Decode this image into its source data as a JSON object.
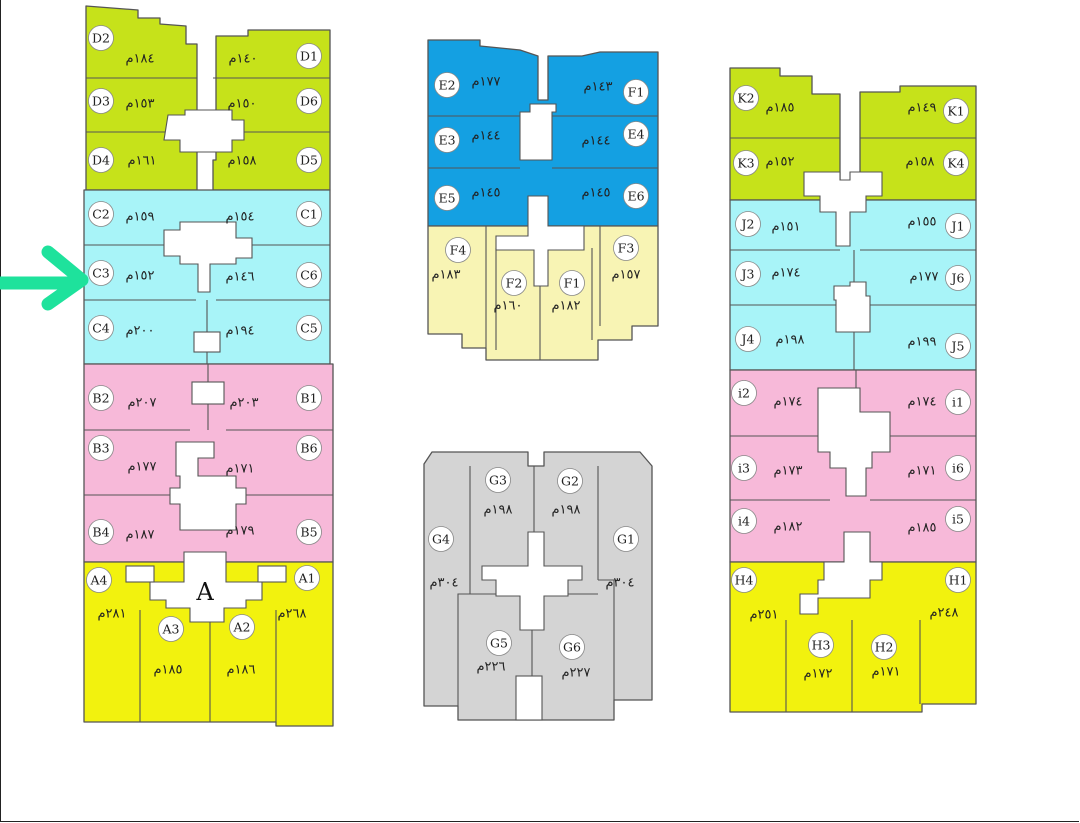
{
  "colors": {
    "green": "#c6e21a",
    "cyan": "#a8f4f8",
    "blue": "#14a0e2",
    "cream": "#f8f4b4",
    "pink": "#f7b9d9",
    "yellow": "#f2f20e",
    "gray": "#d4d4d4",
    "arrow": "#1ee29c"
  },
  "building_a_label": "A",
  "units": [
    {
      "code": "D2",
      "area": "١٨٤م"
    },
    {
      "code": "D1",
      "area": "١٤٠م"
    },
    {
      "code": "D3",
      "area": "١٥٣م"
    },
    {
      "code": "D6",
      "area": "١٥٠م"
    },
    {
      "code": "D4",
      "area": "١٦١م"
    },
    {
      "code": "D5",
      "area": "١٥٨م"
    },
    {
      "code": "C2",
      "area": "١٥٩م"
    },
    {
      "code": "C1",
      "area": "١٥٤م"
    },
    {
      "code": "C3",
      "area": "١٥٢م"
    },
    {
      "code": "C6",
      "area": "١٤٦م"
    },
    {
      "code": "C4",
      "area": "٢٠٠م"
    },
    {
      "code": "C5",
      "area": "١٩٤م"
    },
    {
      "code": "B2",
      "area": "٢٠٧م"
    },
    {
      "code": "B1",
      "area": "٢٠٣م"
    },
    {
      "code": "B3",
      "area": "١٧٧م"
    },
    {
      "code": "B6",
      "area": "١٧١م"
    },
    {
      "code": "B4",
      "area": "١٨٧م"
    },
    {
      "code": "B5",
      "area": "١٧٩م"
    },
    {
      "code": "A4",
      "area": "٢٨١م"
    },
    {
      "code": "A1",
      "area": "٢٦٨م"
    },
    {
      "code": "A3",
      "area": "١٨٥م"
    },
    {
      "code": "A2",
      "area": "١٨٦م"
    },
    {
      "code": "E2",
      "area": "١٧٧م"
    },
    {
      "code": "F1",
      "area": "١٤٣م"
    },
    {
      "code": "E3",
      "area": "١٤٤م"
    },
    {
      "code": "E4",
      "area": "١٤٤م"
    },
    {
      "code": "E5",
      "area": "١٤٥م"
    },
    {
      "code": "E6",
      "area": "١٤٥م"
    },
    {
      "code": "F4",
      "area": "١٨٣م"
    },
    {
      "code": "F3",
      "area": "١٥٧م"
    },
    {
      "code": "F2",
      "area": "١٦٠م"
    },
    {
      "code": "F1",
      "area": "١٨٢م"
    },
    {
      "code": "G3",
      "area": "١٩٨م"
    },
    {
      "code": "G2",
      "area": "١٩٨م"
    },
    {
      "code": "G4",
      "area": "٣٠٤م"
    },
    {
      "code": "G1",
      "area": "٣٠٤م"
    },
    {
      "code": "G5",
      "area": "٢٢٦م"
    },
    {
      "code": "G6",
      "area": "٢٢٧م"
    },
    {
      "code": "K2",
      "area": "١٨٥م"
    },
    {
      "code": "K1",
      "area": "١٤٩م"
    },
    {
      "code": "K3",
      "area": "١٥٢م"
    },
    {
      "code": "K4",
      "area": "١٥٨م"
    },
    {
      "code": "J2",
      "area": "١٥١م"
    },
    {
      "code": "J1",
      "area": "١٥٥م"
    },
    {
      "code": "J3",
      "area": "١٧٤م"
    },
    {
      "code": "J6",
      "area": "١٧٧م"
    },
    {
      "code": "J4",
      "area": "١٩٨م"
    },
    {
      "code": "J5",
      "area": "١٩٩م"
    },
    {
      "code": "i2",
      "area": "١٧٤م"
    },
    {
      "code": "i1",
      "area": "١٧٤م"
    },
    {
      "code": "i3",
      "area": "١٧٣م"
    },
    {
      "code": "i6",
      "area": "١٧١م"
    },
    {
      "code": "i4",
      "area": "١٨٢م"
    },
    {
      "code": "i5",
      "area": "١٨٥م"
    },
    {
      "code": "H4",
      "area": "٢٥١م"
    },
    {
      "code": "H1",
      "area": "٢٤٨م"
    },
    {
      "code": "H3",
      "area": "١٧٢م"
    },
    {
      "code": "H2",
      "area": "١٧١م"
    }
  ]
}
